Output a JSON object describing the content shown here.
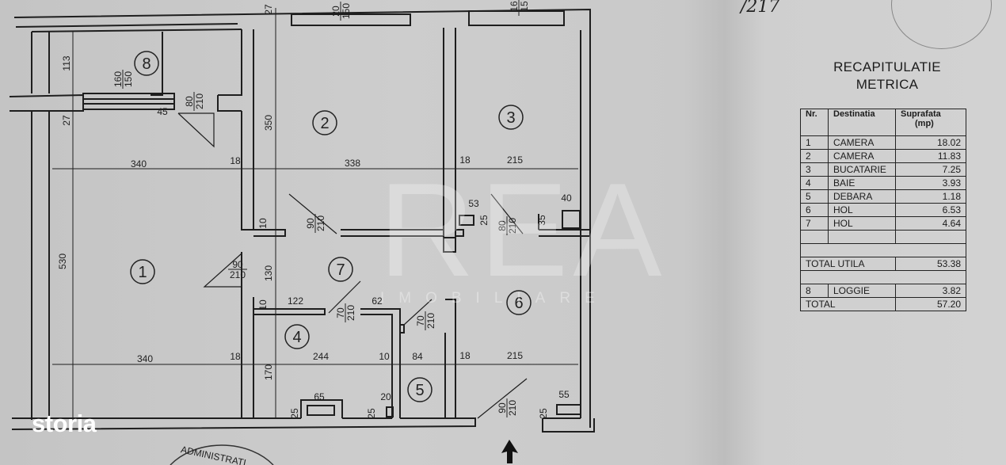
{
  "handwritten_number": "/217",
  "recap": {
    "title_line1": "RECAPITULATIE",
    "title_line2": "METRICA",
    "headers": {
      "nr": "Nr.",
      "destination": "Destinatia",
      "area_line1": "Suprafata",
      "area_line2": "(mp)"
    },
    "rows": [
      {
        "nr": "1",
        "destination": "CAMERA",
        "area": "18.02"
      },
      {
        "nr": "2",
        "destination": "CAMERA",
        "area": "11.83"
      },
      {
        "nr": "3",
        "destination": "BUCATARIE",
        "area": "7.25"
      },
      {
        "nr": "4",
        "destination": "BAIE",
        "area": "3.93"
      },
      {
        "nr": "5",
        "destination": "DEBARA",
        "area": "1.18"
      },
      {
        "nr": "6",
        "destination": "HOL",
        "area": "6.53"
      },
      {
        "nr": "7",
        "destination": "HOL",
        "area": "4.64"
      }
    ],
    "total_usable_label": "TOTAL  UTILA",
    "total_usable": "53.38",
    "loggia": {
      "nr": "8",
      "destination": "LOGGIE",
      "area": "3.82"
    },
    "total_label": "TOTAL",
    "total": "57.20"
  },
  "plan": {
    "rooms": [
      "1",
      "2",
      "3",
      "4",
      "5",
      "6",
      "7",
      "8"
    ],
    "dimensions": [
      "340",
      "18",
      "338",
      "18",
      "215",
      "113",
      "27",
      "27",
      "45",
      "350",
      "10",
      "53",
      "25",
      "40",
      "35",
      "530",
      "130",
      "10",
      "122",
      "62",
      "340",
      "18",
      "244",
      "10",
      "84",
      "18",
      "215",
      "170",
      "65",
      "25",
      "20",
      "25",
      "55",
      "25"
    ],
    "openings": [
      {
        "w": "80",
        "h": "210"
      },
      {
        "w": "90",
        "h": "210"
      },
      {
        "w": "80",
        "h": "210"
      },
      {
        "w": "90",
        "h": "210"
      },
      {
        "w": "70",
        "h": "210"
      },
      {
        "w": "70",
        "h": "210"
      },
      {
        "w": "90",
        "h": "210"
      },
      {
        "w": "160",
        "h": "150"
      },
      {
        "w": "20",
        "h": "150"
      },
      {
        "w": "16",
        "h": "15"
      }
    ]
  },
  "stamp_text": "ADMINISTRATI",
  "watermark": {
    "brand": "REA",
    "sub": "IMOBILIARE"
  },
  "logo": "storia"
}
